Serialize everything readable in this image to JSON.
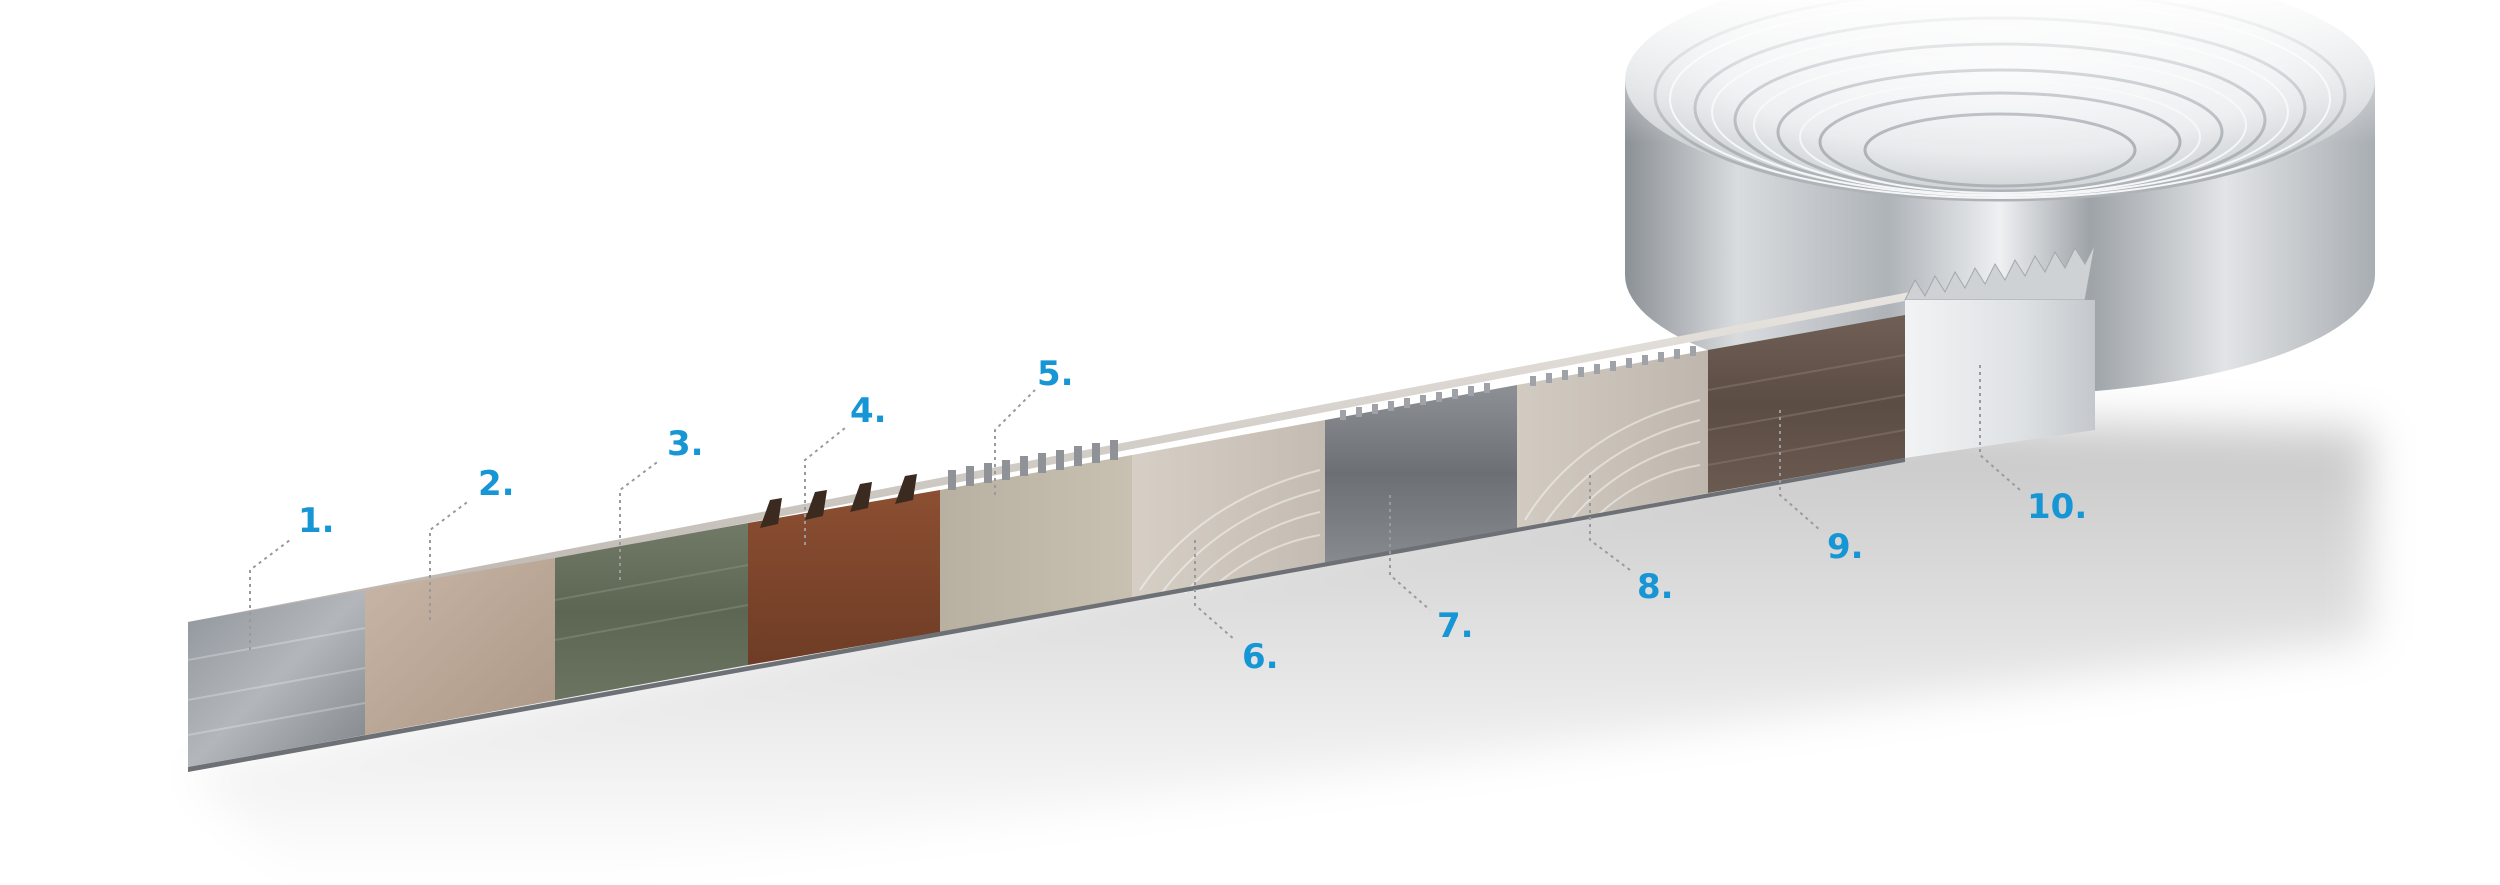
{
  "colors": {
    "label": "#1796d6",
    "leader_line": "#9a9a9a",
    "background": "#ffffff"
  },
  "callouts": [
    {
      "label": "1."
    },
    {
      "label": "2."
    },
    {
      "label": "3."
    },
    {
      "label": "4."
    },
    {
      "label": "5."
    },
    {
      "label": "6."
    },
    {
      "label": "7."
    },
    {
      "label": "8."
    },
    {
      "label": "9."
    },
    {
      "label": "10."
    }
  ]
}
